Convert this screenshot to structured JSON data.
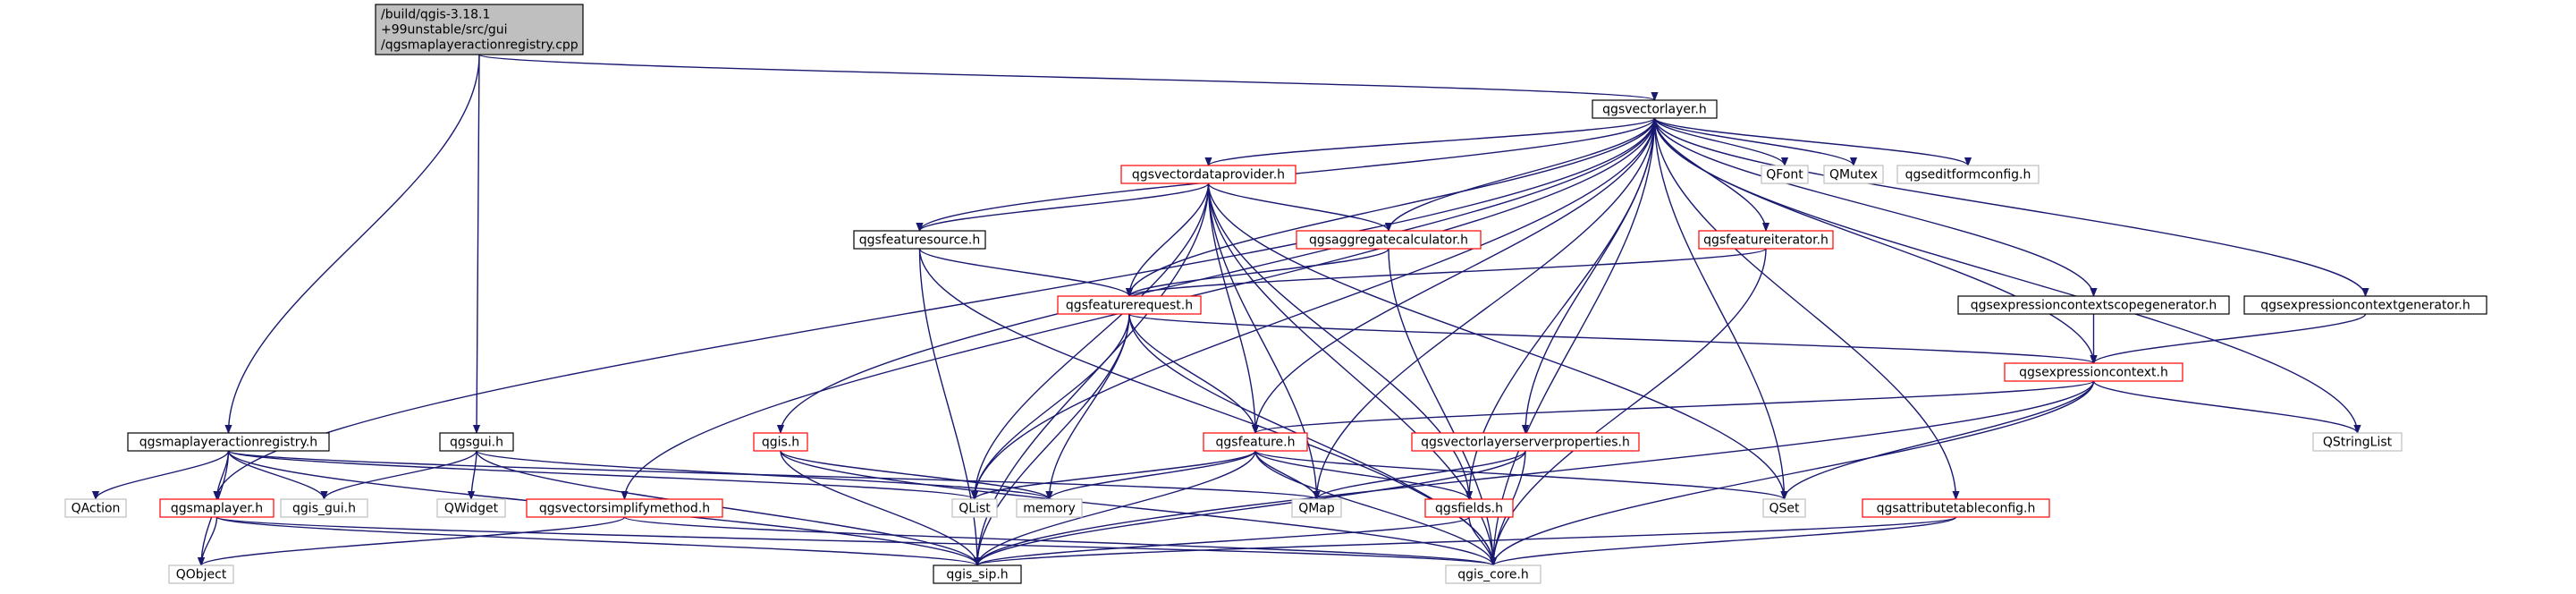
{
  "colors": {
    "edge": "#191970",
    "root_fill": "#bfbfbf",
    "red_border": "#ff0000",
    "gray_border": "#bfbfbf",
    "black_border": "#000000"
  },
  "nodes": [
    {
      "id": "root",
      "label": "/build/qgis-3.18.1\n+99unstable/src/gui\n/qgsmaplayeractionregistry.cpp",
      "style": "root"
    },
    {
      "id": "qgsvectorlayer",
      "label": "qgsvectorlayer.h",
      "style": "black"
    },
    {
      "id": "qgsmaplayeractionregistry",
      "label": "qgsmaplayeractionregistry.h",
      "style": "black"
    },
    {
      "id": "qgsgui",
      "label": "qgsgui.h",
      "style": "black"
    },
    {
      "id": "qgsvectordataprovider",
      "label": "qgsvectordataprovider.h",
      "style": "red"
    },
    {
      "id": "qfont",
      "label": "QFont",
      "style": "gray"
    },
    {
      "id": "qmutex",
      "label": "QMutex",
      "style": "gray"
    },
    {
      "id": "qgseditformconfig",
      "label": "qgseditformconfig.h",
      "style": "gray"
    },
    {
      "id": "qgsfeaturesource",
      "label": "qgsfeaturesource.h",
      "style": "black"
    },
    {
      "id": "qgsaggregatecalculator",
      "label": "qgsaggregatecalculator.h",
      "style": "red"
    },
    {
      "id": "qgsfeatureiterator",
      "label": "qgsfeatureiterator.h",
      "style": "red"
    },
    {
      "id": "qgsfeaturerequest",
      "label": "qgsfeaturerequest.h",
      "style": "red"
    },
    {
      "id": "qgsexpressioncontextscopegenerator",
      "label": "qgsexpressioncontextscopegenerator.h",
      "style": "black"
    },
    {
      "id": "qgsexpressioncontextgenerator",
      "label": "qgsexpressioncontextgenerator.h",
      "style": "black"
    },
    {
      "id": "qgsexpressioncontext",
      "label": "qgsexpressioncontext.h",
      "style": "red"
    },
    {
      "id": "qgis",
      "label": "qgis.h",
      "style": "red"
    },
    {
      "id": "qgsfeature",
      "label": "qgsfeature.h",
      "style": "red"
    },
    {
      "id": "qgsvectorlayerserverproperties",
      "label": "qgsvectorlayerserverproperties.h",
      "style": "red"
    },
    {
      "id": "qstringlist",
      "label": "QStringList",
      "style": "gray"
    },
    {
      "id": "qaction",
      "label": "QAction",
      "style": "gray"
    },
    {
      "id": "qgsmaplayer",
      "label": "qgsmaplayer.h",
      "style": "red"
    },
    {
      "id": "qgis_gui",
      "label": "qgis_gui.h",
      "style": "gray"
    },
    {
      "id": "qwidget",
      "label": "QWidget",
      "style": "gray"
    },
    {
      "id": "qgsvectorsimplifymethod",
      "label": "qgsvectorsimplifymethod.h",
      "style": "red"
    },
    {
      "id": "qlist",
      "label": "QList",
      "style": "gray"
    },
    {
      "id": "memory",
      "label": "memory",
      "style": "gray"
    },
    {
      "id": "qmap",
      "label": "QMap",
      "style": "gray"
    },
    {
      "id": "qgsfields",
      "label": "qgsfields.h",
      "style": "red"
    },
    {
      "id": "qset",
      "label": "QSet",
      "style": "gray"
    },
    {
      "id": "qgsattributetableconfig",
      "label": "qgsattributetableconfig.h",
      "style": "red"
    },
    {
      "id": "qobject",
      "label": "QObject",
      "style": "gray"
    },
    {
      "id": "qgis_sip",
      "label": "qgis_sip.h",
      "style": "black"
    },
    {
      "id": "qgis_core",
      "label": "qgis_core.h",
      "style": "gray"
    }
  ]
}
